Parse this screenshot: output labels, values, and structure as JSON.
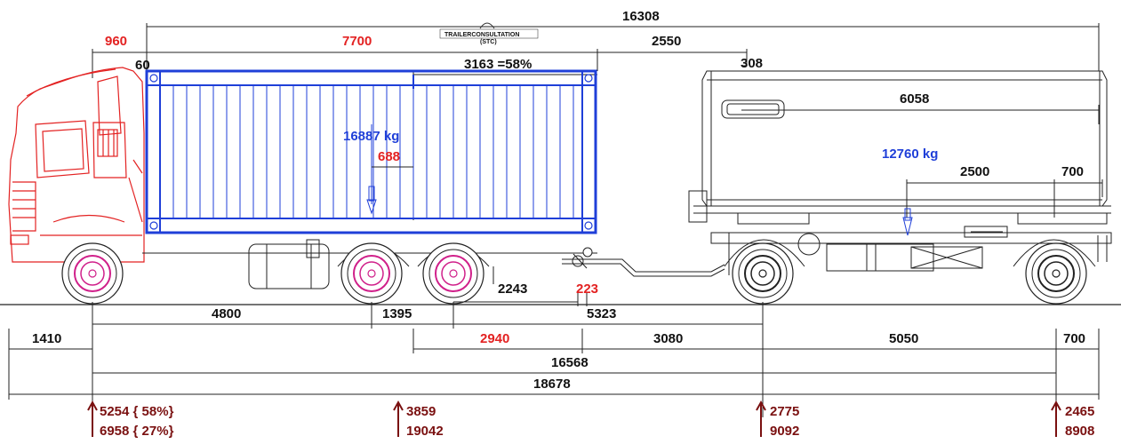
{
  "colors": {
    "truck": "#e32222",
    "container": "#1f3fd8",
    "trailer": "#222222",
    "wheel_hub": "#d0208a",
    "axle_load": "#7a1010"
  },
  "brand": {
    "trailer_logo_text": "TRAILERCONSULTATION",
    "logo_sub": "(STC)"
  },
  "top_dims": {
    "overall": "16308",
    "front_overhang": "960",
    "container_length": "7700",
    "front_gap": "60",
    "gap_to_trailer": "2550",
    "load_position": "3163 =58%",
    "trailer_front_gap": "308",
    "trailer_body": "6058",
    "trailer_cog": "2500",
    "trailer_rear": "700"
  },
  "loads": {
    "truck_load": "16887 kg",
    "truck_load_offset": "688",
    "trailer_load": "12760 kg"
  },
  "bottom_dims": {
    "coupling": "2243",
    "coupling_offset": "223",
    "wheelbase_front": "4800",
    "tandem_spread": "1395",
    "to_trailer_axle": "5323",
    "front_overhang": "1410",
    "tandem_to_coupling": "2940",
    "drawbar": "3080",
    "trailer_wheelbase": "5050",
    "rear_overhang": "700",
    "axle_span": "16568",
    "overall_length": "18678"
  },
  "axle_loads": [
    {
      "top": "5254 { 58%}",
      "bottom": "6958 { 27%}"
    },
    {
      "top": "3859",
      "bottom": "19042"
    },
    {
      "top": "2775",
      "bottom": "9092"
    },
    {
      "top": "2465",
      "bottom": "8908"
    }
  ],
  "icons": [
    "up-arrow-icon",
    "down-arrow-icon",
    "wheel-icon",
    "fuel-tank-icon",
    "coupling-icon"
  ]
}
